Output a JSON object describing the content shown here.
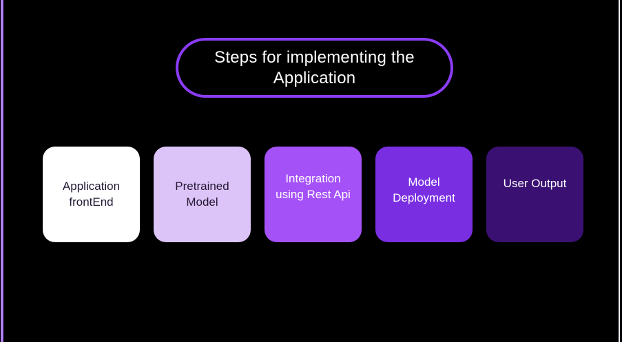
{
  "page": {
    "background_color": "#000000",
    "left_stripe_color": "#8a4be8",
    "left_stripe_highlight": "#c9a4f9",
    "right_line_color": "#efe9f7"
  },
  "title": {
    "text": "Steps for implementing the Application",
    "border_color": "#8b3cf6",
    "text_color": "#ffffff"
  },
  "steps": [
    {
      "label": "Application frontEnd",
      "bg": "#ffffff",
      "text_color": "#231733"
    },
    {
      "label": "Pretrained Model",
      "bg": "#ddc4f8",
      "text_color": "#231733"
    },
    {
      "label": "Integration using Rest Api",
      "bg": "#a551f8",
      "text_color": "#ffffff"
    },
    {
      "label": "Model Deployment",
      "bg": "#7a2ee2",
      "text_color": "#ffffff"
    },
    {
      "label": "User Output",
      "bg": "#3a1173",
      "text_color": "#ffffff"
    }
  ]
}
